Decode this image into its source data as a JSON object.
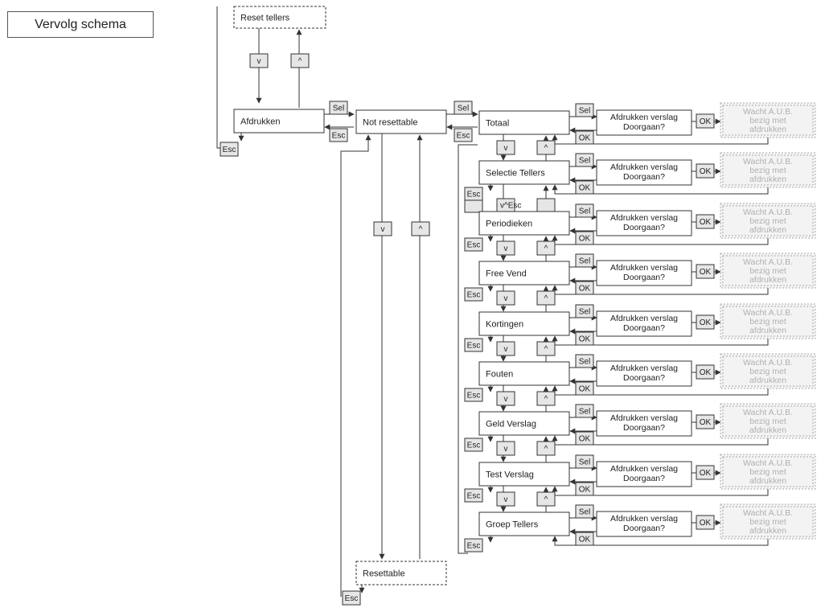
{
  "title": "Vervolg schema",
  "keys": {
    "sel": "Sel",
    "esc": "Esc",
    "ok": "OK",
    "down": "v",
    "up": "^"
  },
  "reset_tellers": "Reset tellers",
  "afdrukken": "Afdrukken",
  "not_resettable": "Not resettable",
  "resettable": "Resettable",
  "periodieken_overlap": "v^Esc",
  "rows": [
    {
      "label": "Totaal",
      "prompt_line1": "Afdrukken verslag",
      "prompt_line2": "Doorgaan?",
      "wait_line1": "Wacht A.U.B.",
      "wait_line2": "bezig met",
      "wait_line3": "afdrukken"
    },
    {
      "label": "Selectie Tellers",
      "prompt_line1": "Afdrukken verslag",
      "prompt_line2": "Doorgaan?",
      "wait_line1": "Wacht A.U.B.",
      "wait_line2": "bezig met",
      "wait_line3": "afdrukken"
    },
    {
      "label": "Periodieken",
      "prompt_line1": "Afdrukken verslag",
      "prompt_line2": "Doorgaan?",
      "wait_line1": "Wacht A.U.B.",
      "wait_line2": "bezig met",
      "wait_line3": "afdrukken"
    },
    {
      "label": "Free Vend",
      "prompt_line1": "Afdrukken verslag",
      "prompt_line2": "Doorgaan?",
      "wait_line1": "Wacht A.U.B.",
      "wait_line2": "bezig met",
      "wait_line3": "afdrukken"
    },
    {
      "label": "Kortingen",
      "prompt_line1": "Afdrukken verslag",
      "prompt_line2": "Doorgaan?",
      "wait_line1": "Wacht A.U.B.",
      "wait_line2": "bezig met",
      "wait_line3": "afdrukken"
    },
    {
      "label": "Fouten",
      "prompt_line1": "Afdrukken verslag",
      "prompt_line2": "Doorgaan?",
      "wait_line1": "Wacht A.U.B.",
      "wait_line2": "bezig met",
      "wait_line3": "afdrukken"
    },
    {
      "label": "Geld Verslag",
      "prompt_line1": "Afdrukken verslag",
      "prompt_line2": "Doorgaan?",
      "wait_line1": "Wacht A.U.B.",
      "wait_line2": "bezig met",
      "wait_line3": "afdrukken"
    },
    {
      "label": "Test Verslag",
      "prompt_line1": "Afdrukken verslag",
      "prompt_line2": "Doorgaan?",
      "wait_line1": "Wacht A.U.B.",
      "wait_line2": "bezig met",
      "wait_line3": "afdrukken"
    },
    {
      "label": "Groep Tellers",
      "prompt_line1": "Afdrukken verslag",
      "prompt_line2": "Doorgaan?",
      "wait_line1": "Wacht A.U.B.",
      "wait_line2": "bezig met",
      "wait_line3": "afdrukken"
    }
  ],
  "colors": {
    "line": "#333333",
    "key_fill": "#e6e6e6",
    "wait_text": "#b0b0b0",
    "wait_border": "#aaaaaa",
    "wait_fill": "#f3f3f3"
  }
}
